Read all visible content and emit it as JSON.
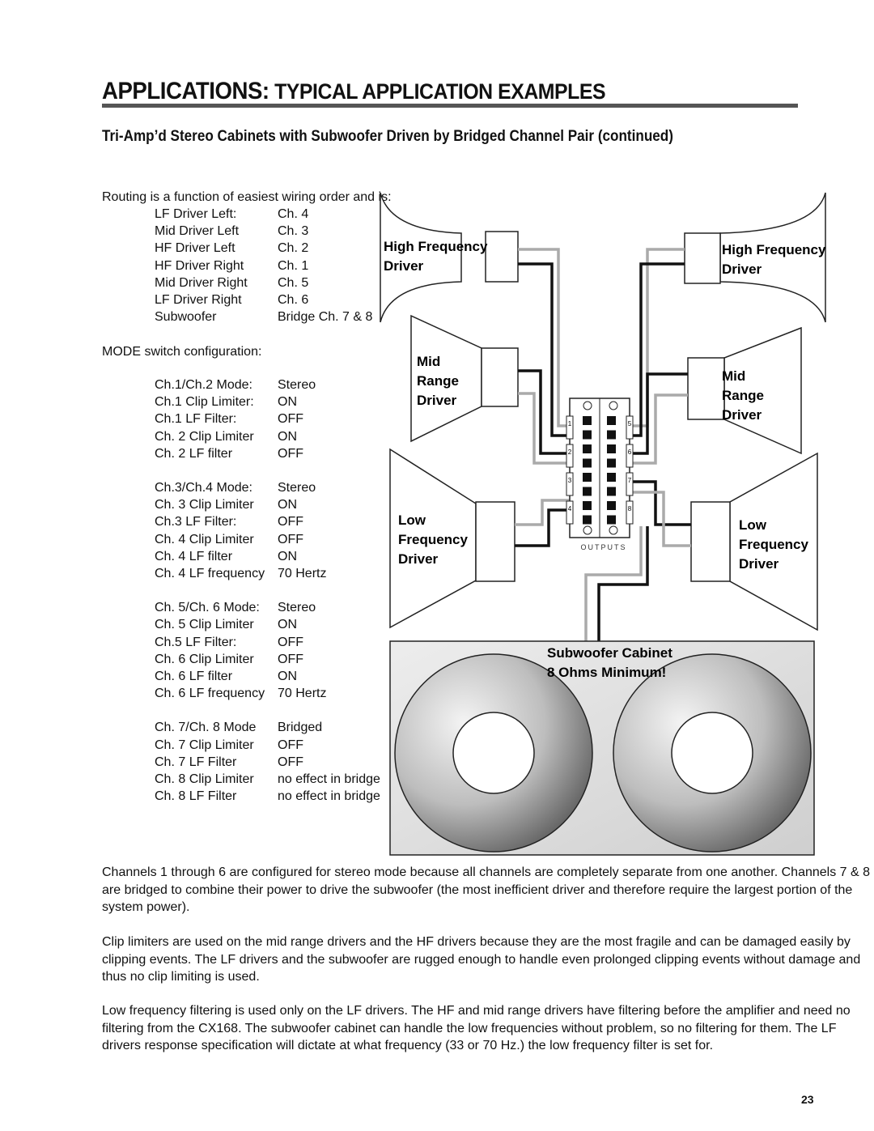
{
  "header": {
    "title_main": "APPLICATIONS:",
    "title_rest": "TYPICAL APPLICATION EXAMPLES",
    "subtitle": "Tri-Amp’d Stereo Cabinets with Subwoofer Driven by Bridged Channel Pair (continued)"
  },
  "routing": {
    "intro": "Routing is a function of easiest wiring order and is:",
    "rows": [
      {
        "k": "LF Driver Left:",
        "v": "Ch. 4"
      },
      {
        "k": "Mid Driver Left",
        "v": "Ch. 3"
      },
      {
        "k": "HF Driver Left",
        "v": "Ch. 2"
      },
      {
        "k": "HF Driver Right",
        "v": "Ch. 1"
      },
      {
        "k": "Mid Driver Right",
        "v": "Ch. 5"
      },
      {
        "k": "LF Driver Right",
        "v": "Ch. 6"
      },
      {
        "k": "Subwoofer",
        "v": "Bridge Ch. 7 & 8"
      }
    ]
  },
  "mode": {
    "intro": "MODE switch configuration:",
    "groups": [
      [
        {
          "k": "Ch.1/Ch.2 Mode:",
          "v": "Stereo"
        },
        {
          "k": "Ch.1 Clip Limiter:",
          "v": "ON"
        },
        {
          "k": "Ch.1 LF Filter:",
          "v": "OFF"
        },
        {
          "k": "Ch. 2 Clip Limiter",
          "v": "ON"
        },
        {
          "k": "Ch. 2 LF filter",
          "v": "OFF"
        }
      ],
      [
        {
          "k": "Ch.3/Ch.4 Mode:",
          "v": "Stereo"
        },
        {
          "k": "Ch. 3 Clip Limiter",
          "v": "ON"
        },
        {
          "k": "Ch.3 LF Filter:",
          "v": "OFF"
        },
        {
          "k": "Ch. 4 Clip Limiter",
          "v": "OFF"
        },
        {
          "k": "Ch. 4 LF filter",
          "v": "ON"
        },
        {
          "k": "Ch. 4 LF frequency",
          "v": "70 Hertz"
        }
      ],
      [
        {
          "k": "Ch. 5/Ch. 6 Mode:",
          "v": "Stereo"
        },
        {
          "k": "Ch. 5 Clip Limiter",
          "v": "ON"
        },
        {
          "k": "Ch.5 LF Filter:",
          "v": "OFF"
        },
        {
          "k": "Ch. 6 Clip Limiter",
          "v": "OFF"
        },
        {
          "k": "Ch. 6 LF filter",
          "v": "ON"
        },
        {
          "k": "Ch. 6 LF frequency",
          "v": "70 Hertz"
        }
      ],
      [
        {
          "k": "Ch. 7/Ch. 8 Mode",
          "v": "Bridged"
        },
        {
          "k": "Ch. 7 Clip Limiter",
          "v": "OFF"
        },
        {
          "k": "Ch. 7 LF Filter",
          "v": "OFF"
        },
        {
          "k": "Ch. 8 Clip Limiter",
          "v": "no effect in bridge"
        },
        {
          "k": "Ch. 8 LF Filter",
          "v": "no effect in bridge"
        }
      ]
    ]
  },
  "diagram": {
    "hf_left": [
      "High Frequency",
      "Driver"
    ],
    "hf_right": [
      "High Frequency",
      "Driver"
    ],
    "mid_left": [
      "Mid",
      "Range",
      "Driver"
    ],
    "mid_right": [
      "Mid",
      "Range",
      "Driver"
    ],
    "lf_left": [
      "Low",
      "Frequency",
      "Driver"
    ],
    "lf_right": [
      "Low",
      "Frequency",
      "Driver"
    ],
    "outputs": "OUTPUTS",
    "sub": [
      "Subwoofer Cabinet",
      "8 Ohms Minimum!"
    ],
    "channels_left": [
      "1",
      "2",
      "3",
      "4"
    ],
    "channels_right": [
      "5",
      "6",
      "7",
      "8"
    ]
  },
  "paragraphs": [
    "Channels 1 through 6 are configured for stereo mode because all channels are completely separate from one another. Channels 7 & 8 are bridged to combine their power to drive the subwoofer (the most inefficient driver and therefore require the largest portion of the system power).",
    "Clip limiters are used on the mid range drivers and the HF drivers because they are the most fragile and can be damaged easily by clipping events. The LF drivers and the subwoofer are rugged enough to handle even prolonged clipping events without damage and thus no clip limiting is used.",
    "Low frequency filtering is used only on the LF drivers. The HF and mid range drivers have filtering before the amplifier and need no filtering from the CX168. The subwoofer cabinet can handle the low frequencies without problem, so no filtering for them. The LF drivers response specification will dictate at what frequency (33 or 70 Hz.) the low frequency filter is set for."
  ],
  "page_number": "23"
}
